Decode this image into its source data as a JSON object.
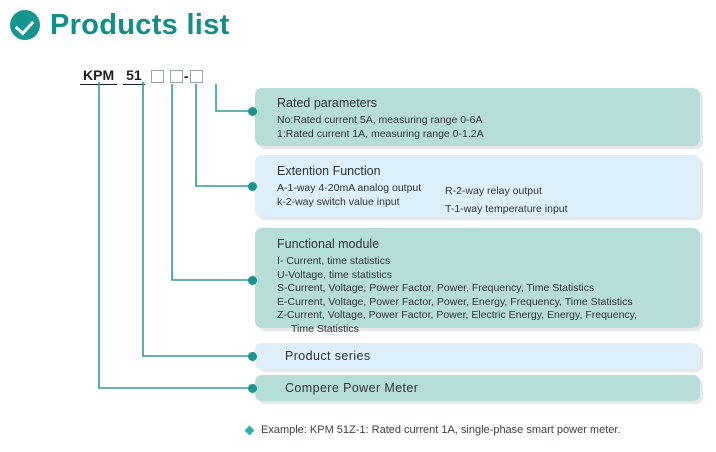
{
  "header": {
    "title": "Products list",
    "icon": "check-circle-icon"
  },
  "model_code": {
    "segments": [
      "KPM",
      "51"
    ],
    "box_count_group_a": 1,
    "box_count_group_b": 2,
    "dash": "-"
  },
  "boxes": {
    "rated": {
      "title": "Rated parameters",
      "lines": [
        "No:Rated current 5A, measuring range 0-6A",
        "1:Rated current 1A, measuring range 0-1.2A"
      ]
    },
    "extension": {
      "title": "Extention Function",
      "col_a": [
        "A-1-way 4-20mA analog output",
        "k-2-way switch value input"
      ],
      "col_b": [
        "R-2-way relay output",
        "T-1-way temperature input"
      ]
    },
    "functional": {
      "title": "Functional module",
      "lines": [
        "I- Current, time statistics",
        "U-Voltage, time statistics",
        "S-Current, Voltage, Power Factor, Power, Frequency, Time Statistics",
        "E-Current, Voltage, Power Factor, Power, Energy, Frequency, Time Statistics",
        "Z-Current, Voltage, Power Factor, Power, Electric Energy, Energy, Frequency,",
        "Time Statistics"
      ]
    },
    "series": {
      "label": "Product series"
    },
    "meter": {
      "label": "Compere  Power  Meter"
    }
  },
  "footer": {
    "bullet": "diamond-bullet-icon",
    "text": "Example: KPM 51Z-1: Rated current 1A, single-phase smart power meter."
  },
  "colors": {
    "accent_teal": "#13968f",
    "title_teal": "#0f8f89",
    "box_teal": "#b6ded9",
    "box_blue": "#ddeff8",
    "line_teal": "#2f9c96",
    "text": "#2e3438"
  }
}
